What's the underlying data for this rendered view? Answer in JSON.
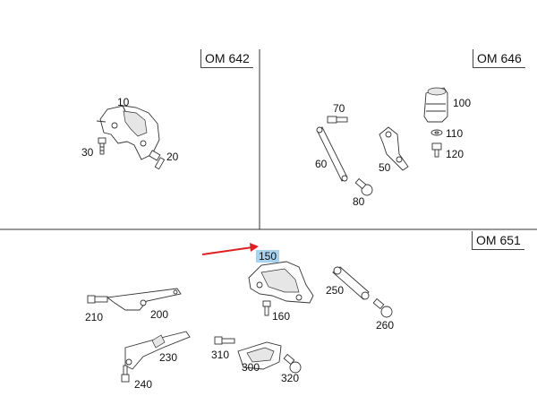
{
  "sections": {
    "om642": {
      "title": "OM 642"
    },
    "om646": {
      "title": "OM 646"
    },
    "om651": {
      "title": "OM 651"
    }
  },
  "parts": {
    "p10": "10",
    "p20": "20",
    "p30": "30",
    "p50": "50",
    "p60": "60",
    "p70": "70",
    "p80": "80",
    "p100": "100",
    "p110": "110",
    "p120": "120",
    "p150": "150",
    "p160": "160",
    "p200": "200",
    "p210": "210",
    "p230": "230",
    "p240": "240",
    "p250": "250",
    "p260": "260",
    "p300": "300",
    "p310": "310",
    "p320": "320"
  },
  "highlight": {
    "part": "150",
    "color": "#a9d2ee",
    "arrow_color": "#e02020"
  }
}
